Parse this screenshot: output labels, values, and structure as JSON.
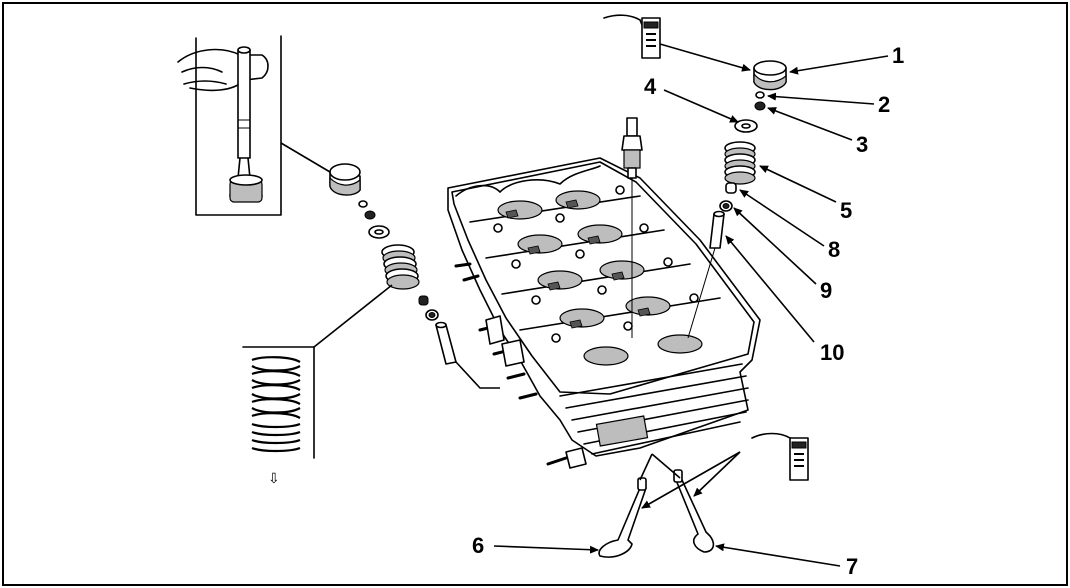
{
  "callouts": [
    {
      "id": "1",
      "text": "1"
    },
    {
      "id": "2",
      "text": "2"
    },
    {
      "id": "3",
      "text": "3"
    },
    {
      "id": "4",
      "text": "4"
    },
    {
      "id": "5",
      "text": "5"
    },
    {
      "id": "6",
      "text": "6"
    },
    {
      "id": "7",
      "text": "7"
    },
    {
      "id": "8",
      "text": "8"
    },
    {
      "id": "9",
      "text": "9"
    },
    {
      "id": "10",
      "text": "10"
    }
  ],
  "spring_direction_glyph": "⇩",
  "icons": [
    "oil-can-icon",
    "press-tool-icon",
    "spring-detail-icon"
  ],
  "colors": {
    "ink": "#000000",
    "paper": "#ffffff",
    "shade": "#bdbdbd"
  }
}
